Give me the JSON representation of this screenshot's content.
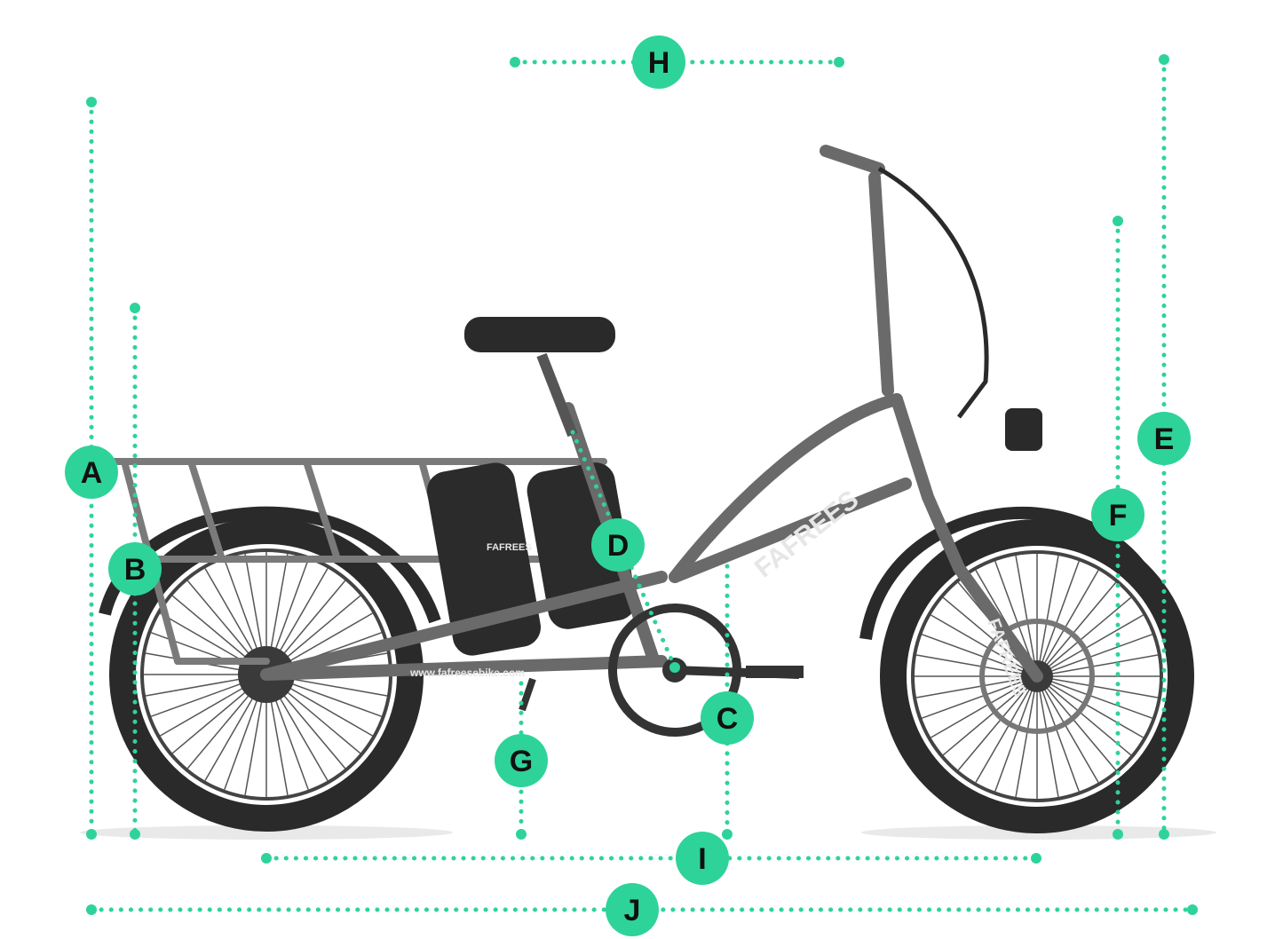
{
  "diagram": {
    "accent_color": "#2ed39a",
    "brand_text": "FAFREES",
    "website_text": "www.fafreesebike.com",
    "fork_text": "FAFREES",
    "battery_label": "FAFREES",
    "labels": {
      "A": "A",
      "B": "B",
      "C": "C",
      "D": "D",
      "E": "E",
      "F": "F",
      "G": "G",
      "H": "H",
      "I": "I",
      "J": "J"
    }
  }
}
